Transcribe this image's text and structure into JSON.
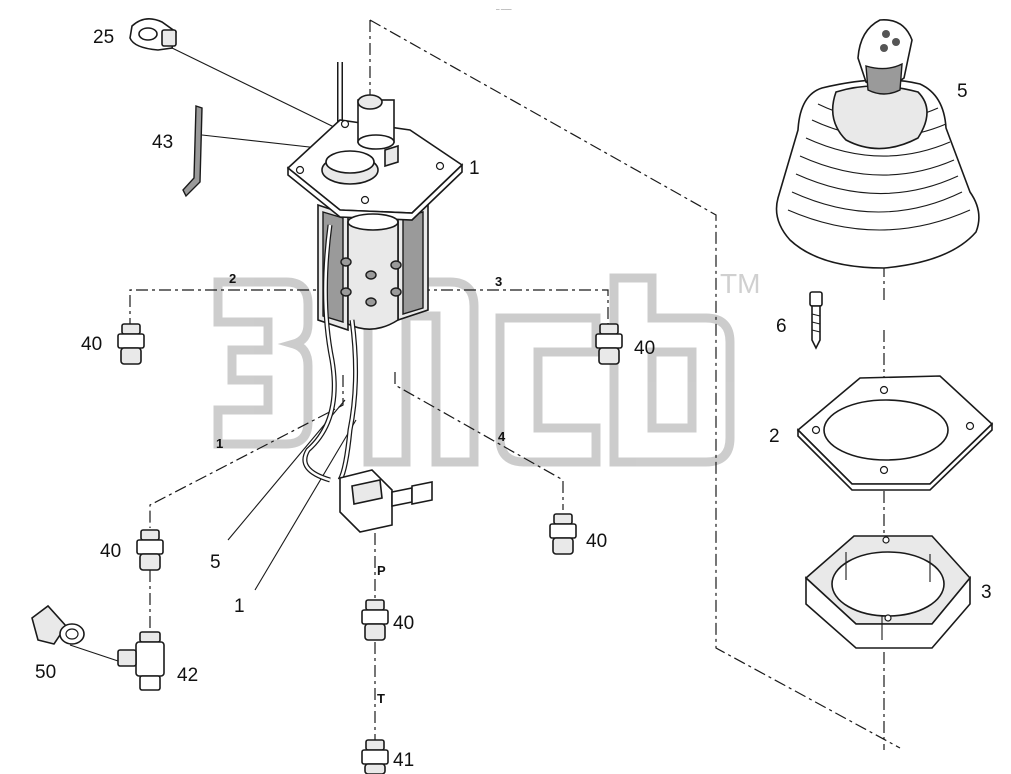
{
  "watermark": {
    "trademark": "TM"
  },
  "header_mark": "─ ───",
  "callouts": [
    {
      "id": "c25",
      "text": "25"
    },
    {
      "id": "c43",
      "text": "43"
    },
    {
      "id": "c1a",
      "text": "1"
    },
    {
      "id": "c5a",
      "text": "5"
    },
    {
      "id": "c6",
      "text": "6"
    },
    {
      "id": "c2",
      "text": "2"
    },
    {
      "id": "c3",
      "text": "3"
    },
    {
      "id": "c40a",
      "text": "40"
    },
    {
      "id": "c40b",
      "text": "40"
    },
    {
      "id": "c40c",
      "text": "40"
    },
    {
      "id": "c40d",
      "text": "40"
    },
    {
      "id": "c40e",
      "text": "40"
    },
    {
      "id": "c5b",
      "text": "5"
    },
    {
      "id": "c1b",
      "text": "1"
    },
    {
      "id": "c50",
      "text": "50"
    },
    {
      "id": "c42",
      "text": "42"
    },
    {
      "id": "c41",
      "text": "41"
    }
  ],
  "ports": [
    {
      "id": "p2",
      "text": "2"
    },
    {
      "id": "p3",
      "text": "3"
    },
    {
      "id": "p1",
      "text": "1"
    },
    {
      "id": "p4",
      "text": "4"
    },
    {
      "id": "pP",
      "text": "P"
    },
    {
      "id": "pT",
      "text": "T"
    }
  ]
}
